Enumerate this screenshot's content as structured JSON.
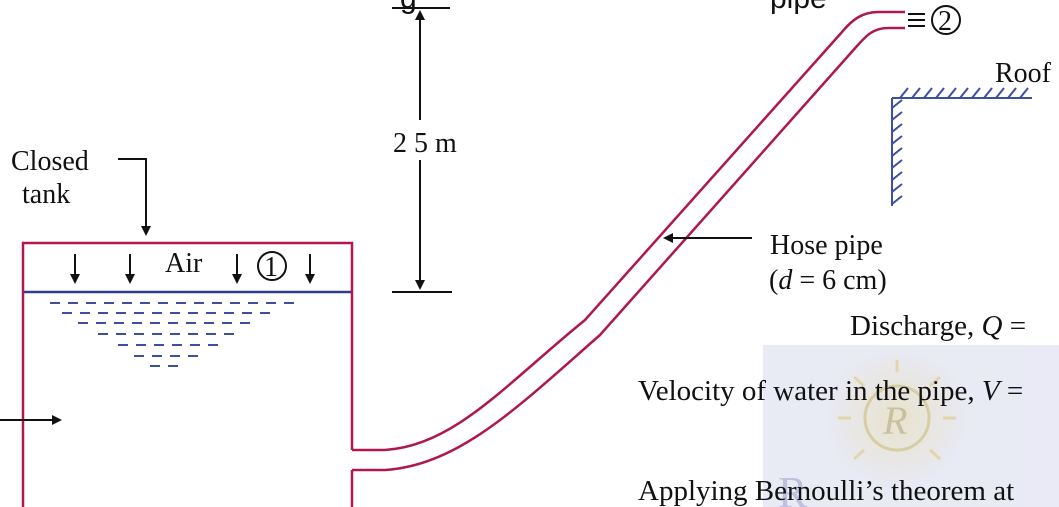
{
  "clipped_top_text": "g",
  "clipped_top_right_text": "pipe",
  "labels": {
    "height": "2 5 m",
    "closed": "Closed",
    "tank": "tank",
    "air": "Air",
    "point1": "1",
    "point2": "2",
    "roof": "Roof",
    "hose_line1": "Hose pipe",
    "hose_line2_open": "(",
    "hose_d": "d",
    "hose_line2_rest": " = 6 cm)"
  },
  "text_lines": {
    "discharge_prefix": "Discharge, ",
    "discharge_symbol": "Q",
    "discharge_suffix": " =",
    "velocity_prefix": "Velocity of water in the pipe, ",
    "velocity_symbol": "V",
    "velocity_suffix": " =",
    "bernoulli": "Applying Bernoulli’s theorem at"
  },
  "watermark": {
    "text": "R",
    "partial_text": "R",
    "color": "#8c8ec4"
  },
  "colors": {
    "tank_outline": "#b0184a",
    "pipe": "#b0184a",
    "water_line": "#2b3d8f",
    "arrows": "#111111",
    "hatch": "#3b4fa3"
  }
}
